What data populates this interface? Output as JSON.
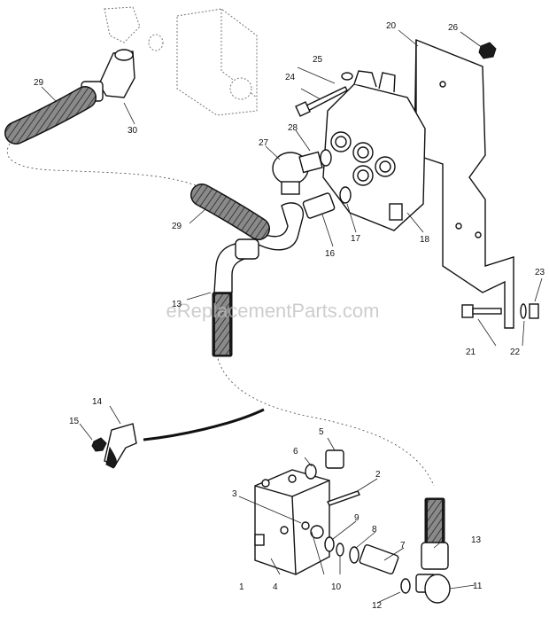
{
  "watermark": "eReplacementParts.com",
  "callouts": {
    "c1": "1",
    "c2": "2",
    "c3": "3",
    "c4": "4",
    "c5": "5",
    "c6": "6",
    "c7": "7",
    "c8": "8",
    "c9": "9",
    "c10": "10",
    "c11": "11",
    "c12": "12",
    "c13a": "13",
    "c13b": "13",
    "c14": "14",
    "c15": "15",
    "c16": "16",
    "c17": "17",
    "c18": "18",
    "c20": "20",
    "c21": "21",
    "c22": "22",
    "c23": "23",
    "c24": "24",
    "c25": "25",
    "c26": "26",
    "c27": "27",
    "c28": "28",
    "c29a": "29",
    "c29b": "29",
    "c30": "30"
  }
}
